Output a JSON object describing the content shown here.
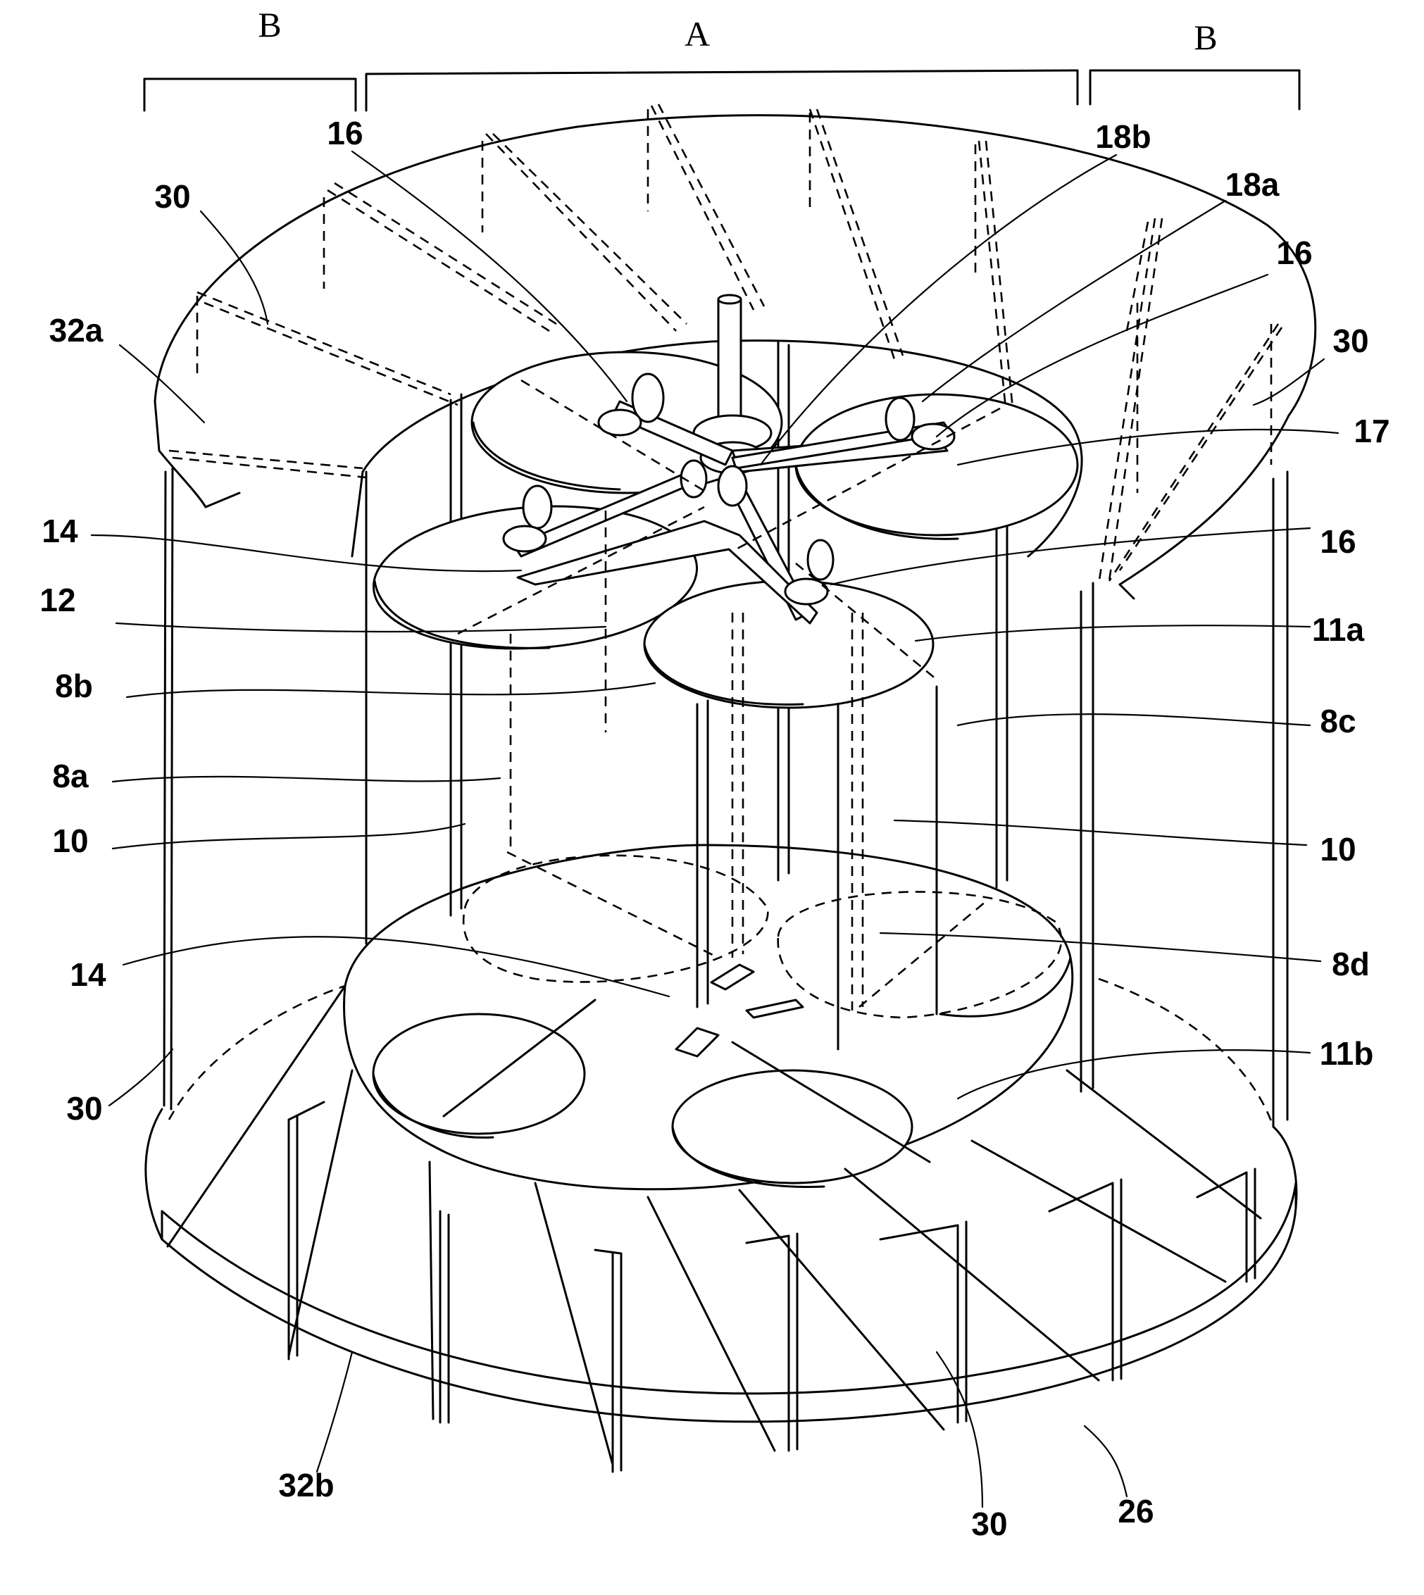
{
  "figure": {
    "labels": {
      "B_left": "B",
      "A": "A",
      "B_right": "B",
      "l16_top": "16",
      "l18b": "18b",
      "l18a": "18a",
      "l16_right": "16",
      "l30_topleft": "30",
      "l32a": "32a",
      "l30_right": "30",
      "l17": "17",
      "l14_left": "14",
      "l16_mid": "16",
      "l12": "12",
      "l11a": "11a",
      "l8b": "8b",
      "l8c": "8c",
      "l8a": "8a",
      "l10_left": "10",
      "l10_right": "10",
      "l8d": "8d",
      "l14_lower": "14",
      "l11b": "11b",
      "l30_lowerleft": "30",
      "l32b": "32b",
      "l30_bottom": "30",
      "l26": "26"
    }
  }
}
